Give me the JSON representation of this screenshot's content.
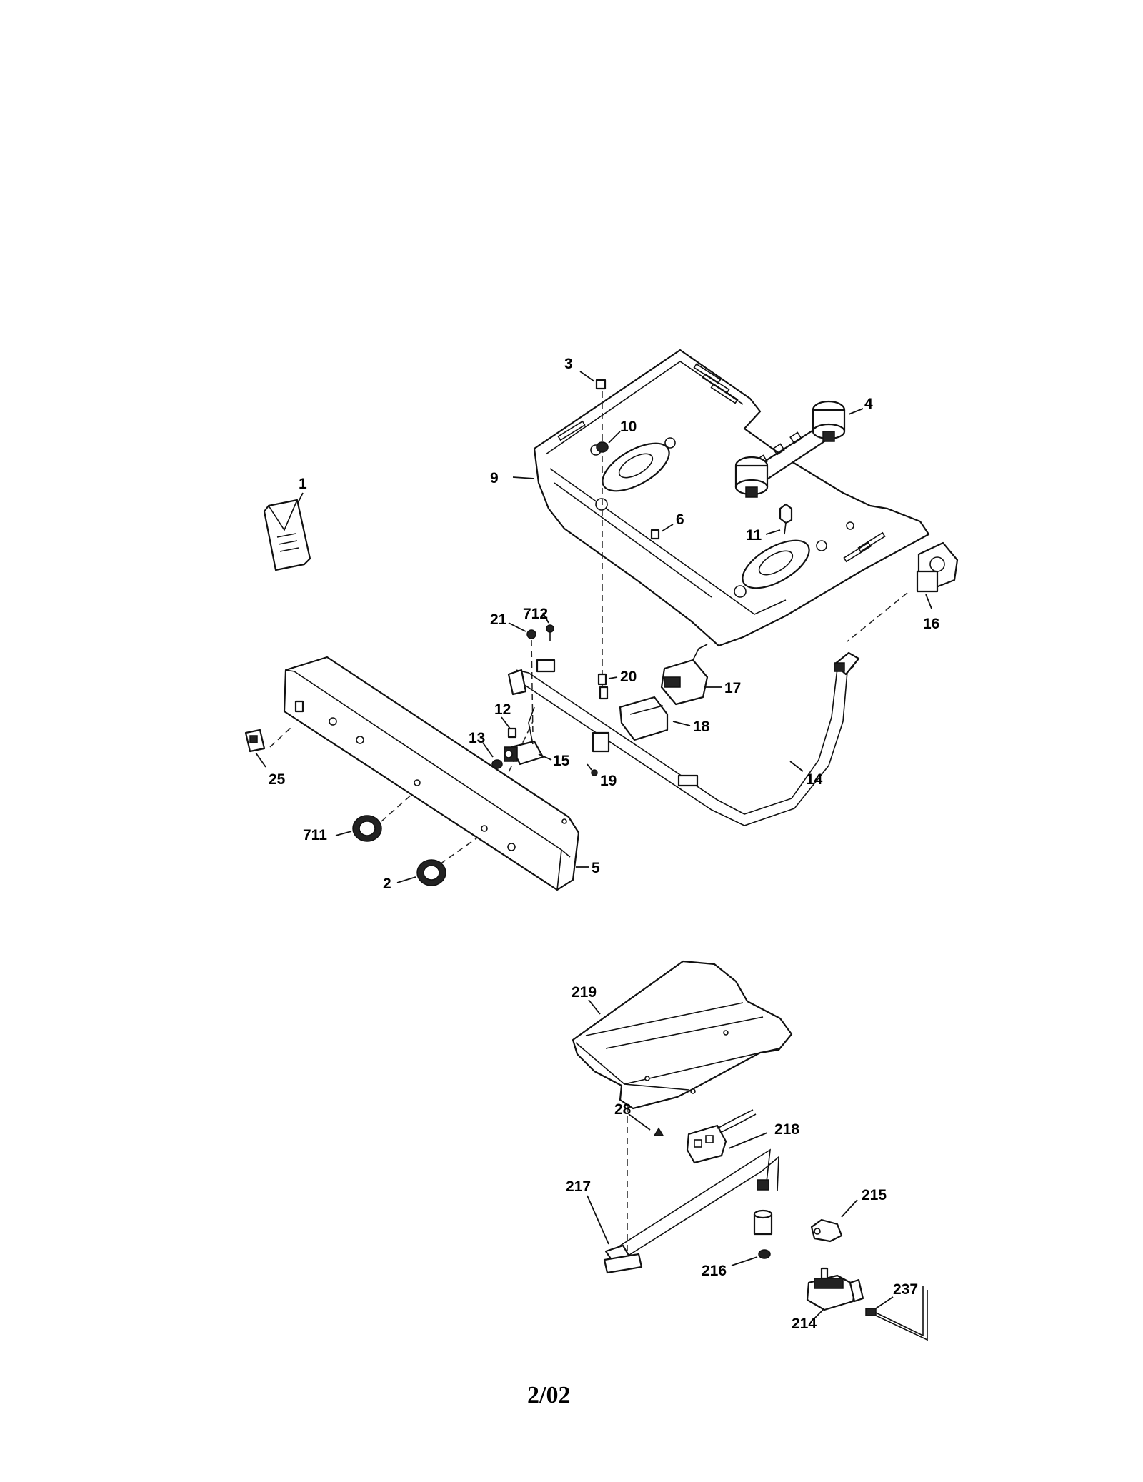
{
  "diagram": {
    "callouts": {
      "c1": "1",
      "c2": "2",
      "c3": "3",
      "c4": "4",
      "c5": "5",
      "c6": "6",
      "c9": "9",
      "c10": "10",
      "c11": "11",
      "c12": "12",
      "c13": "13",
      "c14": "14",
      "c15": "15",
      "c16": "16",
      "c17": "17",
      "c18": "18",
      "c19": "19",
      "c20": "20",
      "c21": "21",
      "c25": "25",
      "c28": "28",
      "c214": "214",
      "c215": "215",
      "c216": "216",
      "c217": "217",
      "c218": "218",
      "c219": "219",
      "c237": "237",
      "c711": "711",
      "c712": "712"
    },
    "footer": "2/02"
  }
}
